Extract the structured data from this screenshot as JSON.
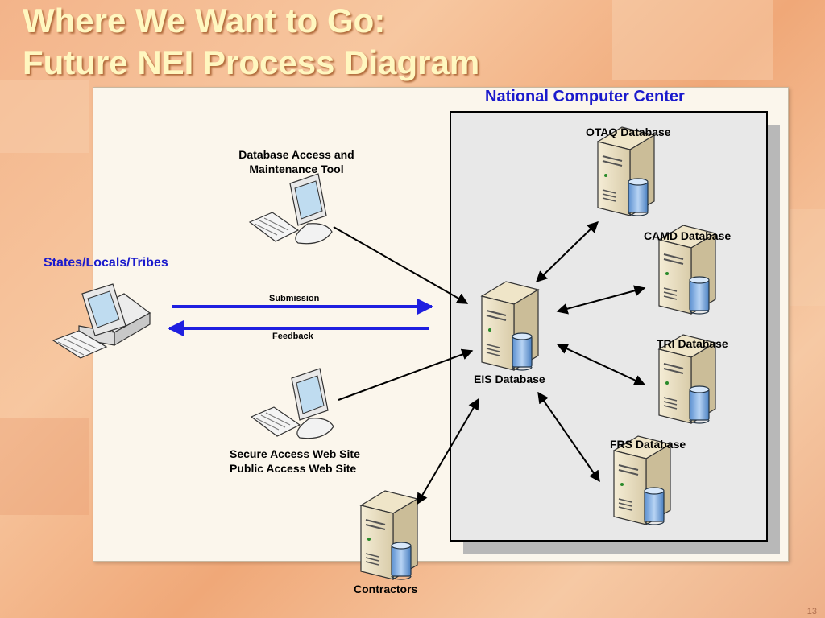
{
  "slide": {
    "title_line1": "Where We Want to Go:",
    "title_line2": "Future NEI Process Diagram",
    "page_number": "13"
  },
  "diagram": {
    "ncc_label": "National Computer Center",
    "states_label": "States/Locals/Tribes",
    "dbtool_label_line1": "Database Access and",
    "dbtool_label_line2": "Maintenance Tool",
    "submission_label": "Submission",
    "feedback_label": "Feedback",
    "web_label_line1": "Secure Access Web Site",
    "web_label_line2": "Public Access Web Site",
    "eis_label": "EIS Database",
    "otaq_label": "OTAQ Database",
    "camd_label": "CAMD Database",
    "tri_label": "TRI Database",
    "frs_label": "FRS Database",
    "contractors_label": "Contractors"
  },
  "colors": {
    "title_text": "#fff7c0",
    "label_blue": "#1a1acc",
    "arrow_blue": "#1f1fe0"
  }
}
